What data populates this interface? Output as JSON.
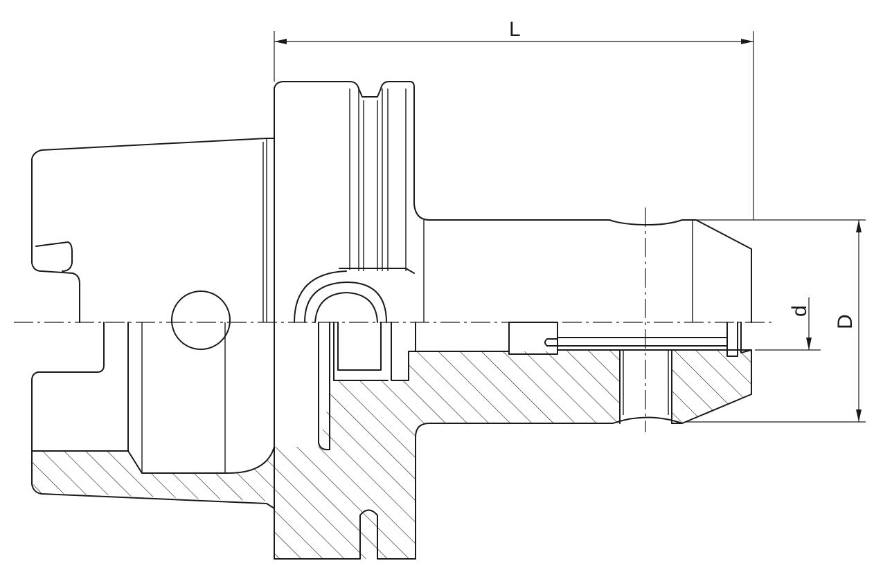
{
  "diagram": {
    "dimension_labels": {
      "length": "L",
      "bore": "d",
      "outer": "D"
    },
    "colors": {
      "stroke": "#1a1a1a",
      "hatch": "#1a1a1a",
      "background": "#ffffff"
    }
  }
}
